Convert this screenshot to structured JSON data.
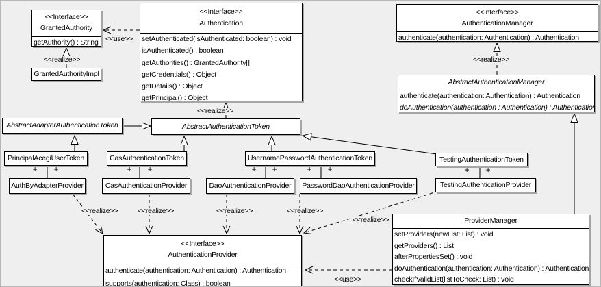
{
  "labels": {
    "use": "&lt;&lt;use&gt;&gt;",
    "realize": "&lt;&lt;realize&gt;&gt;",
    "plus": "+"
  },
  "classes": {
    "granted_authority": {
      "stereotype": "<<Interface>>",
      "name": "GrantedAuthority",
      "methods": [
        "getAuthority() : String"
      ]
    },
    "granted_authority_impl": {
      "name": "GrantedAuthorityImpl"
    },
    "authentication": {
      "stereotype": "<<Interface>>",
      "name": "Authentication",
      "methods": [
        "setAuthenticated(isAuthenticated: boolean) : void",
        "isAuthenticated() : boolean",
        "getAuthorities() : GrantedAuthority[]",
        "getCredentials() : Object",
        "getDetails() : Object",
        "getPrincipal() : Object"
      ]
    },
    "authentication_manager": {
      "stereotype": "<<Interface>>",
      "name": "AuthenticationManager",
      "methods": [
        "authenticate(authentication: Authentication) : Authentication"
      ]
    },
    "abstract_authentication_manager": {
      "name": "AbstractAuthenticationManager",
      "methods": [
        "authenticate(authentication: Authentication) : Authentication",
        "doAuthentication(authentication : Authentication) : Authentication"
      ]
    },
    "abstract_adapter_authentication_token": {
      "name": "AbstractAdapterAuthenticationToken"
    },
    "abstract_authentication_token": {
      "name": "AbstractAuthenticationToken"
    },
    "principal_acegi_user_token": {
      "name": "PrincipalAcegiUserToken"
    },
    "cas_authentication_token": {
      "name": "CasAuthenticationToken"
    },
    "username_password_authentication_token": {
      "name": "UsernamePasswordAuthenticationToken"
    },
    "testing_authentication_token": {
      "name": "TestingAuthenticationToken"
    },
    "auth_by_adapter_provider": {
      "name": "AuthByAdapterProvider"
    },
    "cas_authentication_provider": {
      "name": "CasAuthenticationProvider"
    },
    "dao_authentication_provider": {
      "name": "DaoAuthenticationProvider"
    },
    "password_dao_authentication_provider": {
      "name": "PasswordDaoAuthenticationProvider"
    },
    "testing_authentication_provider": {
      "name": "TestingAuthenticationProvider"
    },
    "authentication_provider": {
      "stereotype": "<<Interface>>",
      "name": "AuthenticationProvider",
      "methods": [
        "authenticate(authentication: Authentication) : Authentication",
        "supports(authentication: Class) : boolean"
      ]
    },
    "provider_manager": {
      "name": "ProviderManager",
      "methods": [
        "setProviders(newList: List) : void",
        "getProviders() : List",
        "afterPropertiesSet() : void",
        "doAuthentication(authentication: Authentication) : Authentication",
        "checkIfValidList(listToCheck: List) : void"
      ]
    }
  },
  "colors": {
    "background": "#efefef",
    "box_fill": "#ffffff",
    "line": "#000000",
    "shadow": "#a6a6a6"
  }
}
